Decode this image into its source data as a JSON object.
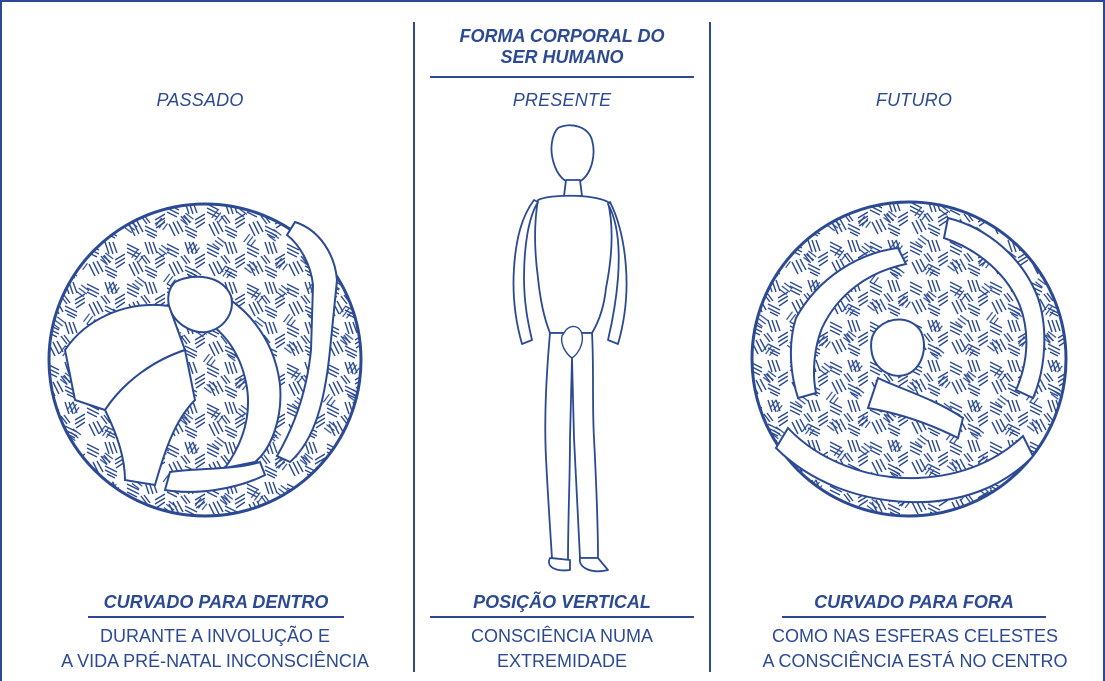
{
  "header": {
    "title_line1": "FORMA CORPORAL DO",
    "title_line2": "SER HUMANO"
  },
  "columns": [
    {
      "label": "PASSADO",
      "caption_title": "CURVADO PARA DENTRO",
      "caption_line1": "DURANTE A INVOLUÇÃO E",
      "caption_line2": "A VIDA PRÉ-NATAL INCONSCIÊNCIA"
    },
    {
      "label": "PRESENTE",
      "caption_title": "POSIÇÃO VERTICAL",
      "caption_line1": "CONSCIÊNCIA NUMA",
      "caption_line2": "EXTREMIDADE"
    },
    {
      "label": "FUTURO",
      "caption_title": "CURVADO PARA FORA",
      "caption_line1": "COMO NAS ESFERAS CELESTES",
      "caption_line2": "A CONSCIÊNCIA ESTÁ NO CENTRO"
    }
  ],
  "colors": {
    "ink": "#2b4a93",
    "paper": "#ffffff"
  }
}
